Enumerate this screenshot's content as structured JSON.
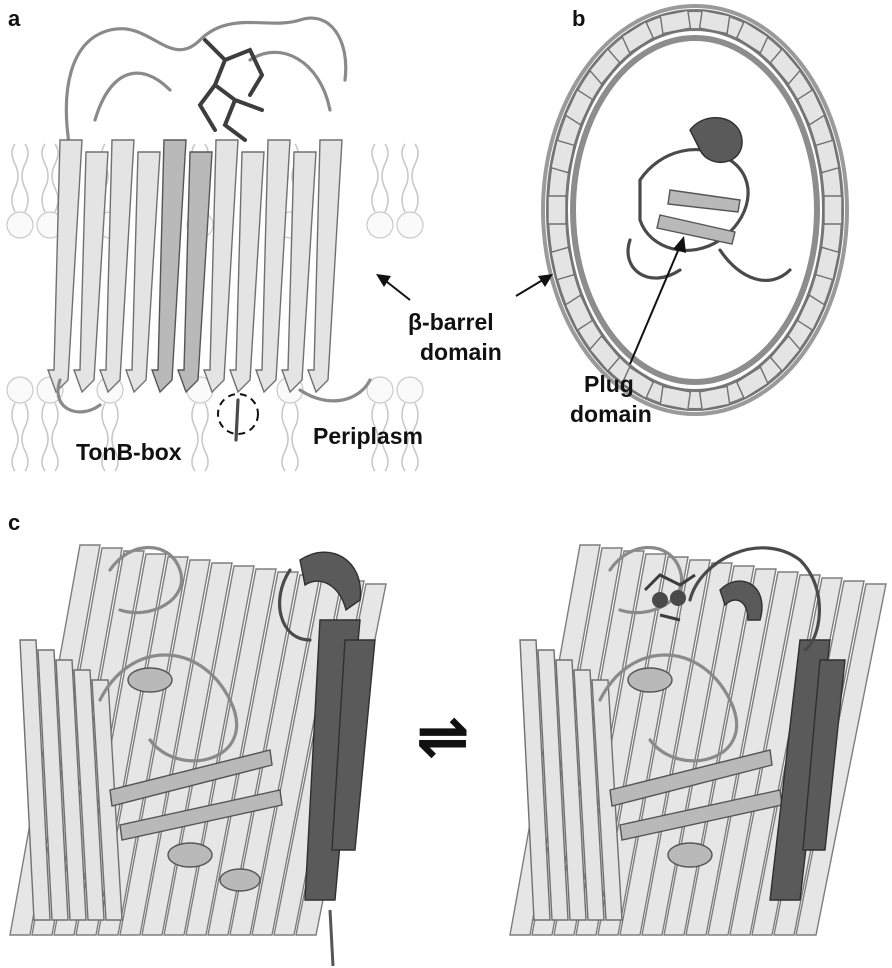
{
  "panels": {
    "a": {
      "letter": "a",
      "labels": {
        "beta_barrel_line1": "β-barrel",
        "beta_barrel_line2": "domain",
        "tonb_box": "TonB-box",
        "periplasm": "Periplasm"
      }
    },
    "b": {
      "letter": "b",
      "labels": {
        "plug_line1": "Plug",
        "plug_line2": "domain"
      }
    },
    "c": {
      "letter": "c",
      "equilibrium_symbol": "⇌"
    }
  },
  "colors": {
    "barrel_light": "#e4e4e4",
    "plug_mid": "#b9b9b9",
    "highlight_dark": "#5a5a5a",
    "membrane": "#c9c9c9"
  }
}
